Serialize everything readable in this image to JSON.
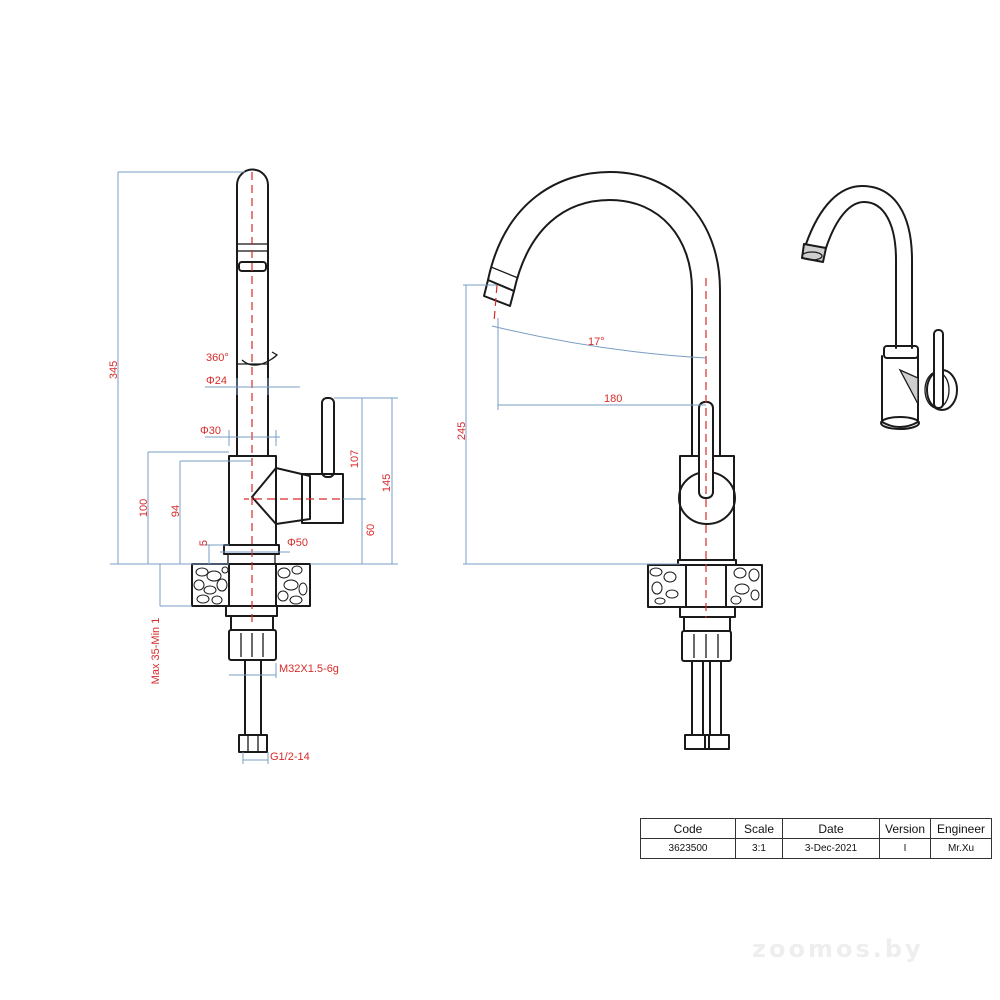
{
  "dimensions": {
    "side": {
      "total_height": "345",
      "rotation": "360°",
      "spout_dia": "Φ24",
      "neck_dia": "Φ30",
      "body_height": "100",
      "handle_axis_height": "94",
      "base_step": "5",
      "base_dia": "Φ50",
      "handle_length": "107",
      "handle_total": "145",
      "handle_base_offset": "60",
      "countertop": "Max 35-Min 1",
      "thread": "M32X1.5-6g",
      "hose_thread": "G1/2-14"
    },
    "front": {
      "spout_height": "245",
      "spout_reach": "180",
      "spout_angle": "17°"
    }
  },
  "title_block": {
    "headers": [
      "Code",
      "Scale",
      "Date",
      "Version",
      "Engineer"
    ],
    "values": [
      "3623500",
      "3:1",
      "3-Dec-2021",
      "I",
      "Mr.Xu"
    ]
  },
  "watermark": "zoomos.by"
}
